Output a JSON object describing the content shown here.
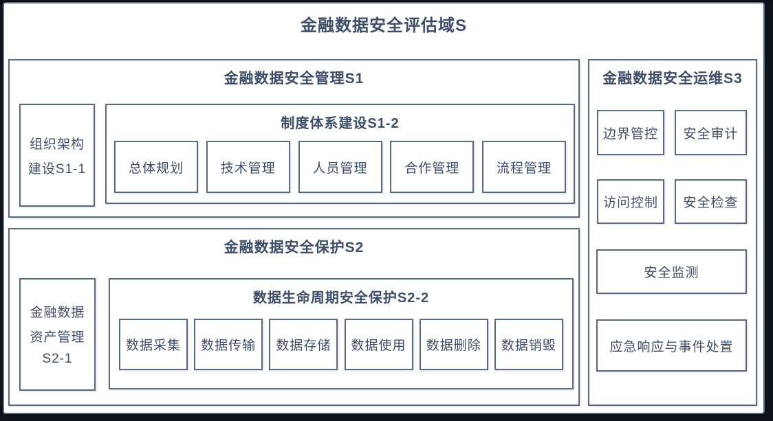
{
  "title": "金融数据安全评估域S",
  "colors": {
    "frame": "#0d1118",
    "border": "#5a6880",
    "text": "#3e4d68",
    "bg": "#ffffff"
  },
  "sections": {
    "s1": {
      "title": "金融数据安全管理S1",
      "side_lines": [
        "组织架构",
        "建设S1-1"
      ],
      "sub": {
        "title": "制度体系建设S1-2",
        "items": [
          "总体规划",
          "技术管理",
          "人员管理",
          "合作管理",
          "流程管理"
        ]
      }
    },
    "s2": {
      "title": "金融数据安全保护S2",
      "side_lines": [
        "金融数据",
        "资产管理",
        "S2-1"
      ],
      "sub": {
        "title": "数据生命周期安全保护S2-2",
        "items": [
          "数据采集",
          "数据传输",
          "数据存储",
          "数据使用",
          "数据删除",
          "数据销毁"
        ]
      }
    },
    "s3": {
      "title": "金融数据安全运维S3",
      "items": [
        "边界管控",
        "安全审计",
        "访问控制",
        "安全检查",
        "安全监测",
        "应急响应与事件处置"
      ]
    }
  }
}
